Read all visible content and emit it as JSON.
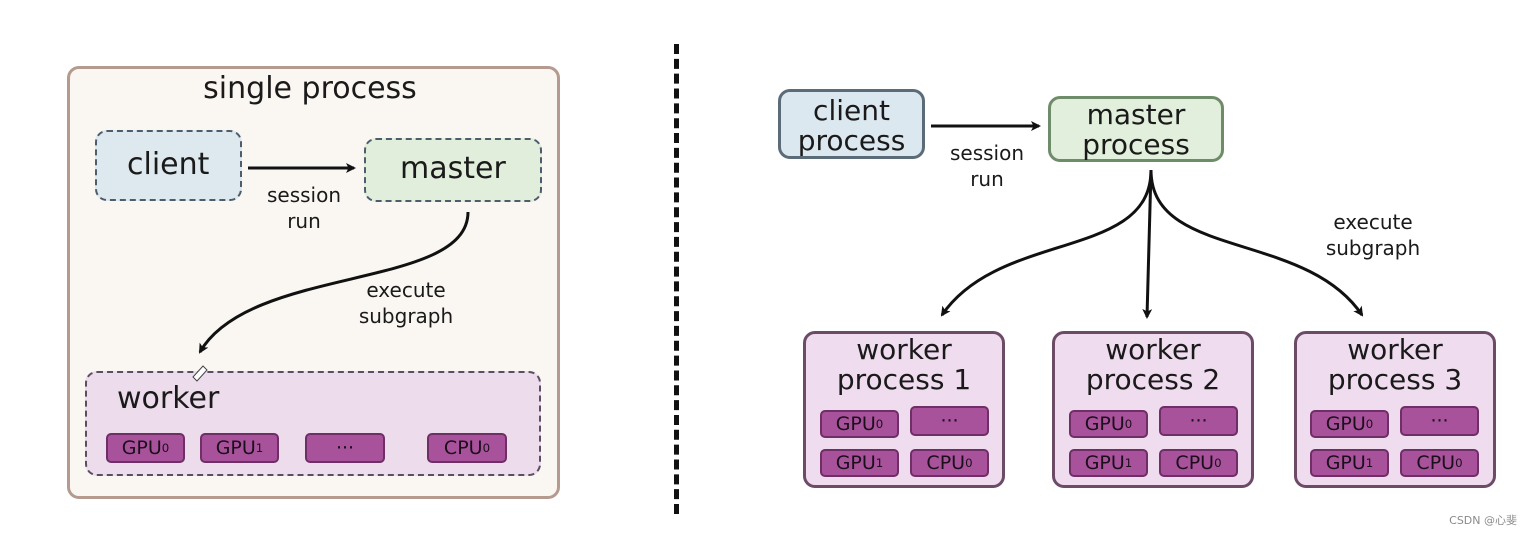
{
  "left": {
    "title": "single process",
    "client": "client",
    "master": "master",
    "session": [
      "session",
      "run"
    ],
    "execute": [
      "execute",
      "subgraph"
    ],
    "worker": "worker",
    "devices": [
      "GPU0",
      "GPU1",
      "···",
      "CPU0"
    ]
  },
  "right": {
    "client": [
      "client",
      "process"
    ],
    "master": [
      "master",
      "process"
    ],
    "session": [
      "session",
      "run"
    ],
    "execute": [
      "execute",
      "subgraph"
    ],
    "workers": [
      {
        "title": [
          "worker",
          "process 1"
        ],
        "devices": [
          "GPU0",
          "···",
          "GPU1",
          "CPU0"
        ]
      },
      {
        "title": [
          "worker",
          "process 2"
        ],
        "devices": [
          "GPU0",
          "···",
          "GPU1",
          "CPU0"
        ]
      },
      {
        "title": [
          "worker",
          "process 3"
        ],
        "devices": [
          "GPU0",
          "···",
          "GPU1",
          "CPU0"
        ]
      }
    ]
  },
  "watermark": "CSDN @心斐"
}
